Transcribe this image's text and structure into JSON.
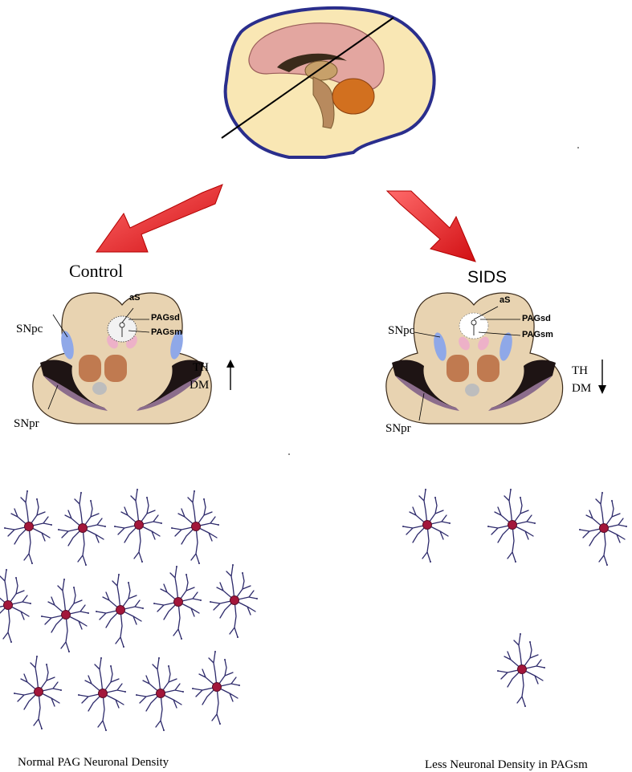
{
  "colors": {
    "head_fill": "#F9E7B4",
    "head_outline": "#2A2E8C",
    "cortex": "#E3A6A0",
    "brainstem": "#B88A5E",
    "cerebellum": "#D2701F",
    "arrow_red": "#E8191C",
    "midbrain_fill": "#E8D3B1",
    "neuron_body": "#A3163A",
    "neuron_dendrite": "#2D2A6B"
  },
  "groups": {
    "control": {
      "heading": "Control",
      "labels": {
        "as": "aS",
        "pagsd": "PAGsd",
        "pagsm": "PAGsm",
        "snpc": "SNpc",
        "snpr": "SNpr",
        "th": "TH",
        "dm": "DM"
      },
      "trend": "up",
      "caption": "Normal PAG Neuronal Density",
      "neuron_count": 13
    },
    "sids": {
      "heading": "SIDS",
      "labels": {
        "as": "aS",
        "pagsd": "PAGsd",
        "pagsm": "PAGsm",
        "snpc": "SNpc",
        "snpr": "SNpr",
        "th": "TH",
        "dm": "DM"
      },
      "trend": "down",
      "caption": "Less Neuronal Density in PAGsm",
      "neuron_count": 4
    }
  }
}
